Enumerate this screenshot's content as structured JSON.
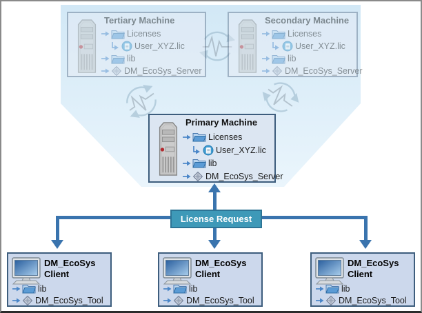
{
  "machines": [
    {
      "title": "Tertiary Machine",
      "items": [
        {
          "icon": "folder-icon",
          "label": "Licenses"
        },
        {
          "icon": "license-file-icon",
          "label": "User_XYZ.lic"
        },
        {
          "icon": "folder-icon",
          "label": "lib"
        },
        {
          "icon": "app-diamond-icon",
          "label": "DM_EcoSys_Server"
        }
      ]
    },
    {
      "title": "Secondary Machine",
      "items": [
        {
          "icon": "folder-icon",
          "label": "Licenses"
        },
        {
          "icon": "license-file-icon",
          "label": "User_XYZ.lic"
        },
        {
          "icon": "folder-icon",
          "label": "lib"
        },
        {
          "icon": "app-diamond-icon",
          "label": "DM_EcoSys_Server"
        }
      ]
    },
    {
      "title": "Primary Machine",
      "items": [
        {
          "icon": "folder-icon",
          "label": "Licenses"
        },
        {
          "icon": "license-file-icon",
          "label": "User_XYZ.lic"
        },
        {
          "icon": "folder-icon",
          "label": "lib"
        },
        {
          "icon": "app-diamond-icon",
          "label": "DM_EcoSys_Server"
        }
      ]
    }
  ],
  "banner": {
    "label": "License Request"
  },
  "clients": [
    {
      "title_line1": "DM_EcoSys",
      "title_line2": "Client",
      "items": [
        {
          "icon": "folder-icon",
          "label": "lib"
        },
        {
          "icon": "app-diamond-icon",
          "label": "DM_EcoSys_Tool"
        }
      ]
    },
    {
      "title_line1": "DM_EcoSys",
      "title_line2": "Client",
      "items": [
        {
          "icon": "folder-icon",
          "label": "lib"
        },
        {
          "icon": "app-diamond-icon",
          "label": "DM_EcoSys_Tool"
        }
      ]
    },
    {
      "title_line1": "DM_EcoSys",
      "title_line2": "Client",
      "items": [
        {
          "icon": "folder-icon",
          "label": "lib"
        },
        {
          "icon": "app-diamond-icon",
          "label": "DM_EcoSys_Tool"
        }
      ]
    }
  ],
  "icons": {
    "server": "server-tower-icon",
    "client": "desktop-monitor-icon",
    "folder": "folder-icon",
    "license_file": "license-file-icon",
    "application": "app-diamond-icon",
    "sync": "heartbeat-sync-icon",
    "tree": "tree-arrow-icon"
  },
  "colors": {
    "arrow_blue": "#3a74ae",
    "banner_fill": "#3e99b8",
    "banner_border": "#2d7495",
    "primary_box_fill": "#dce6f2",
    "primary_box_border": "#3d5d7d",
    "client_box_fill": "#ccd8ec",
    "faded_box_fill": "#e9ecf5",
    "pentagon_top": "#d2e8f6",
    "pentagon_bottom": "#eaf5fc",
    "folder_blue": "#5b9bd5",
    "led_red": "#b3282d"
  }
}
